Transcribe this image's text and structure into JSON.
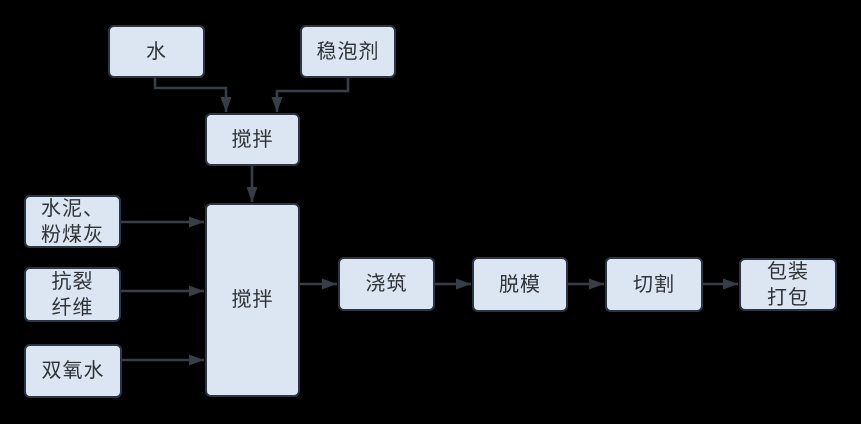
{
  "diagram": {
    "title": "foam-concrete production flowchart",
    "colors": {
      "background": "#000000",
      "node_fill": "#dce6f2",
      "node_border": "#2b3644",
      "arrow": "#373e48",
      "text": "#2e3338"
    },
    "nodes": {
      "water": {
        "label": "水"
      },
      "stabilizer": {
        "label": "稳泡剂"
      },
      "mix1": {
        "label": "搅拌"
      },
      "cement": {
        "label": "水泥、\n粉煤灰"
      },
      "fiber": {
        "label": "抗裂\n纤维"
      },
      "peroxide": {
        "label": "双氧水"
      },
      "mix2": {
        "label": "搅拌"
      },
      "pouring": {
        "label": "浇筑"
      },
      "demolding": {
        "label": "脱模"
      },
      "cutting": {
        "label": "切割"
      },
      "packing": {
        "label": "包装\n打包"
      }
    },
    "edges": [
      {
        "from": "water",
        "to": "mix1"
      },
      {
        "from": "stabilizer",
        "to": "mix1"
      },
      {
        "from": "mix1",
        "to": "mix2"
      },
      {
        "from": "cement",
        "to": "mix2"
      },
      {
        "from": "fiber",
        "to": "mix2"
      },
      {
        "from": "peroxide",
        "to": "mix2"
      },
      {
        "from": "mix2",
        "to": "pouring"
      },
      {
        "from": "pouring",
        "to": "demolding"
      },
      {
        "from": "demolding",
        "to": "cutting"
      },
      {
        "from": "cutting",
        "to": "packing"
      }
    ]
  }
}
